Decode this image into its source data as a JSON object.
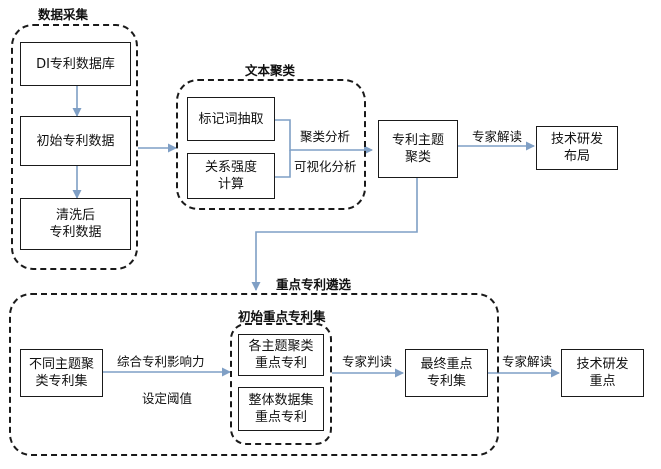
{
  "sections": {
    "collection": "数据采集",
    "clustering": "文本聚类",
    "selection": "重点专利遴选",
    "initial_key": "初始重点专利集"
  },
  "nodes": {
    "di_db": "DI专利数据库",
    "initial_data": "初始专利数据",
    "cleaned_data": "清洗后\n专利数据",
    "keyword_extract": "标记词抽取",
    "relation_strength": "关系强度\n计算",
    "topic_cluster": "专利主题\n聚类",
    "tech_layout": "技术研发\n布局",
    "diff_topic_set": "不同主题聚\n类专利集",
    "topic_key": "各主题聚类\n重点专利",
    "whole_key": "整体数据集\n重点专利",
    "final_key_set": "最终重点\n专利集",
    "tech_focus": "技术研发\n重点"
  },
  "edge_labels": {
    "cluster_analysis": "聚类分析",
    "visual_analysis": "可视化分析",
    "expert_read_1": "专家解读",
    "combined_influence": "综合专利影响力",
    "set_threshold": "设定阈值",
    "expert_judge": "专家判读",
    "expert_read_2": "专家解读"
  },
  "colors": {
    "arrow": "#7f9fc5",
    "line": "#1a1a1a"
  }
}
